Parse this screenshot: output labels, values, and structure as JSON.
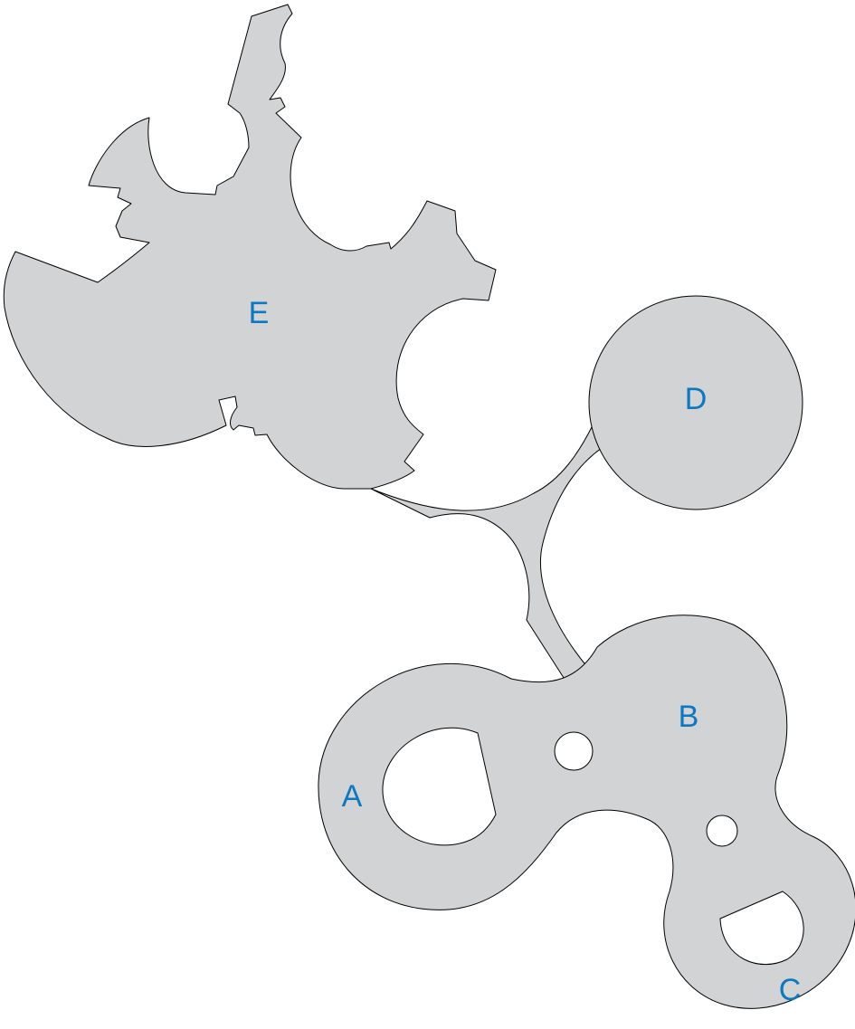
{
  "diagram": {
    "fill_color": "#d1d3d4",
    "label_color": "#0a78c2",
    "regions": {
      "a": {
        "label": "A"
      },
      "b": {
        "label": "B"
      },
      "c": {
        "label": "C"
      },
      "d": {
        "label": "D"
      },
      "e": {
        "label": "E"
      }
    }
  }
}
